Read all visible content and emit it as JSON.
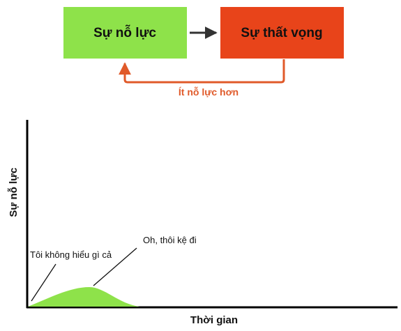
{
  "flow": {
    "effort_box": {
      "label": "Sự nỗ lực",
      "color": "#8ee24a"
    },
    "frustration_box": {
      "label": "Sự thất vọng",
      "color": "#e8441a"
    },
    "feedback_label": "Ít nỗ lực hơn",
    "feedback_color": "#e05a2a",
    "forward_arrow_color": "#333333"
  },
  "graph": {
    "ylabel": "Sự nỗ lực",
    "xlabel": "Thời gian",
    "annotations": {
      "start": "Tôi không hiểu gì cả",
      "peak": "Oh, thôi kệ đi"
    },
    "curve_color": "#8ee24a"
  }
}
